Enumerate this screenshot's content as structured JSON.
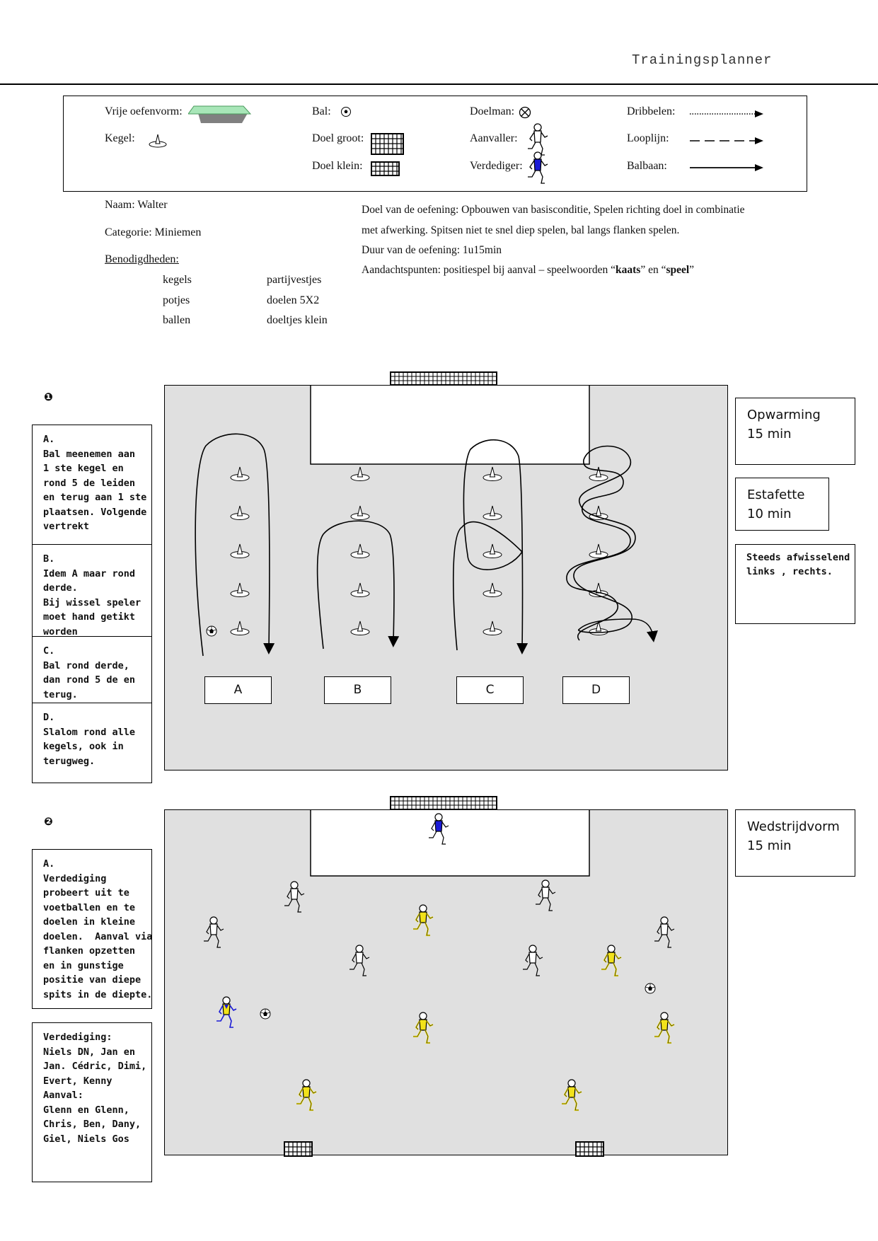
{
  "header": {
    "title": "Trainingsplanner"
  },
  "legend": {
    "vrije_oefenvorm": "Vrije oefenvorm:",
    "kegel": "Kegel:",
    "bal": "Bal:",
    "doel_groot": "Doel groot:",
    "doel_klein": "Doel klein:",
    "doelman": "Doelman:",
    "aanvaller": "Aanvaller:",
    "verdediger": "Verdediger:",
    "dribbelen": "Dribbelen:",
    "looplijn": "Looplijn:",
    "balbaan": "Balbaan:"
  },
  "info": {
    "naam": "Naam: Walter",
    "categorie": "Categorie: Miniemen",
    "benodigdheden_label": "Benodigdheden:",
    "items_col1": [
      "kegels",
      "potjes",
      "ballen"
    ],
    "items_col2": [
      "partijvestjes",
      "doelen 5X2",
      "doeltjes klein"
    ],
    "doel_line1": "Doel van de oefening:  Opbouwen van basisconditie, Spelen richting doel in combinatie",
    "doel_line2": "met afwerking.  Spitsen niet te snel diep spelen, bal langs flanken spelen.",
    "duur": "Duur van de oefening: 1u15min",
    "aandacht_prefix": "Aandachtspunten: positiespel bij aanval – speelwoorden “",
    "aandacht_word1": "kaats",
    "aandacht_mid": "” en “",
    "aandacht_word2": "speel",
    "aandacht_suffix": "”"
  },
  "exercise1": {
    "number": "❶",
    "notes": [
      {
        "lines": [
          "A.",
          "Bal meenemen aan",
          "1 ste kegel en",
          "rond 5 de leiden",
          "en terug aan 1 ste",
          "plaatsen. Volgende",
          "vertrekt"
        ]
      },
      {
        "lines": [
          "B.",
          "Idem A maar rond",
          "derde.",
          "Bij wissel speler",
          "moet hand getikt",
          "worden"
        ]
      },
      {
        "lines": [
          "C.",
          "Bal rond derde,",
          "dan rond 5 de en",
          "terug."
        ]
      },
      {
        "lines": [
          "D.",
          "Slalom rond alle",
          "kegels, ook in",
          "terugweg."
        ]
      }
    ],
    "lanes": [
      "A",
      "B",
      "C",
      "D"
    ],
    "side_boxes": [
      {
        "lines": [
          "Opwarming",
          "15 min"
        ]
      },
      {
        "lines": [
          "Estafette",
          "10 min"
        ]
      },
      {
        "lines": [
          "Steeds afwisselend",
          "links , rechts."
        ]
      }
    ]
  },
  "exercise2": {
    "number": "❷",
    "notes": [
      {
        "lines": [
          "A.",
          "Verdediging",
          "probeert uit te",
          "voetballen en te",
          "doelen in kleine",
          "doelen.  Aanval via",
          "flanken opzetten",
          "en in gunstige",
          "positie van diepe",
          "spits in de diepte."
        ]
      },
      {
        "lines": [
          "Verdediging:",
          "Niels DN, Jan en",
          "Jan. Cédric, Dimi,",
          "Evert, Kenny",
          "",
          "Aanval:",
          "Glenn en Glenn,",
          "Chris, Ben, Dany,",
          "Giel, Niels Gos"
        ]
      }
    ],
    "side_boxes": [
      {
        "lines": [
          "Wedstrijdvorm",
          "15 min"
        ]
      }
    ]
  },
  "colors": {
    "field": "#e0e0e0",
    "vrije_oefenvorm_fill": "#a8e6b8",
    "vrije_oefenvorm_shadow": "#808080",
    "verdediger": "#1a1ad6",
    "team_yellow": "#f2e21a"
  }
}
